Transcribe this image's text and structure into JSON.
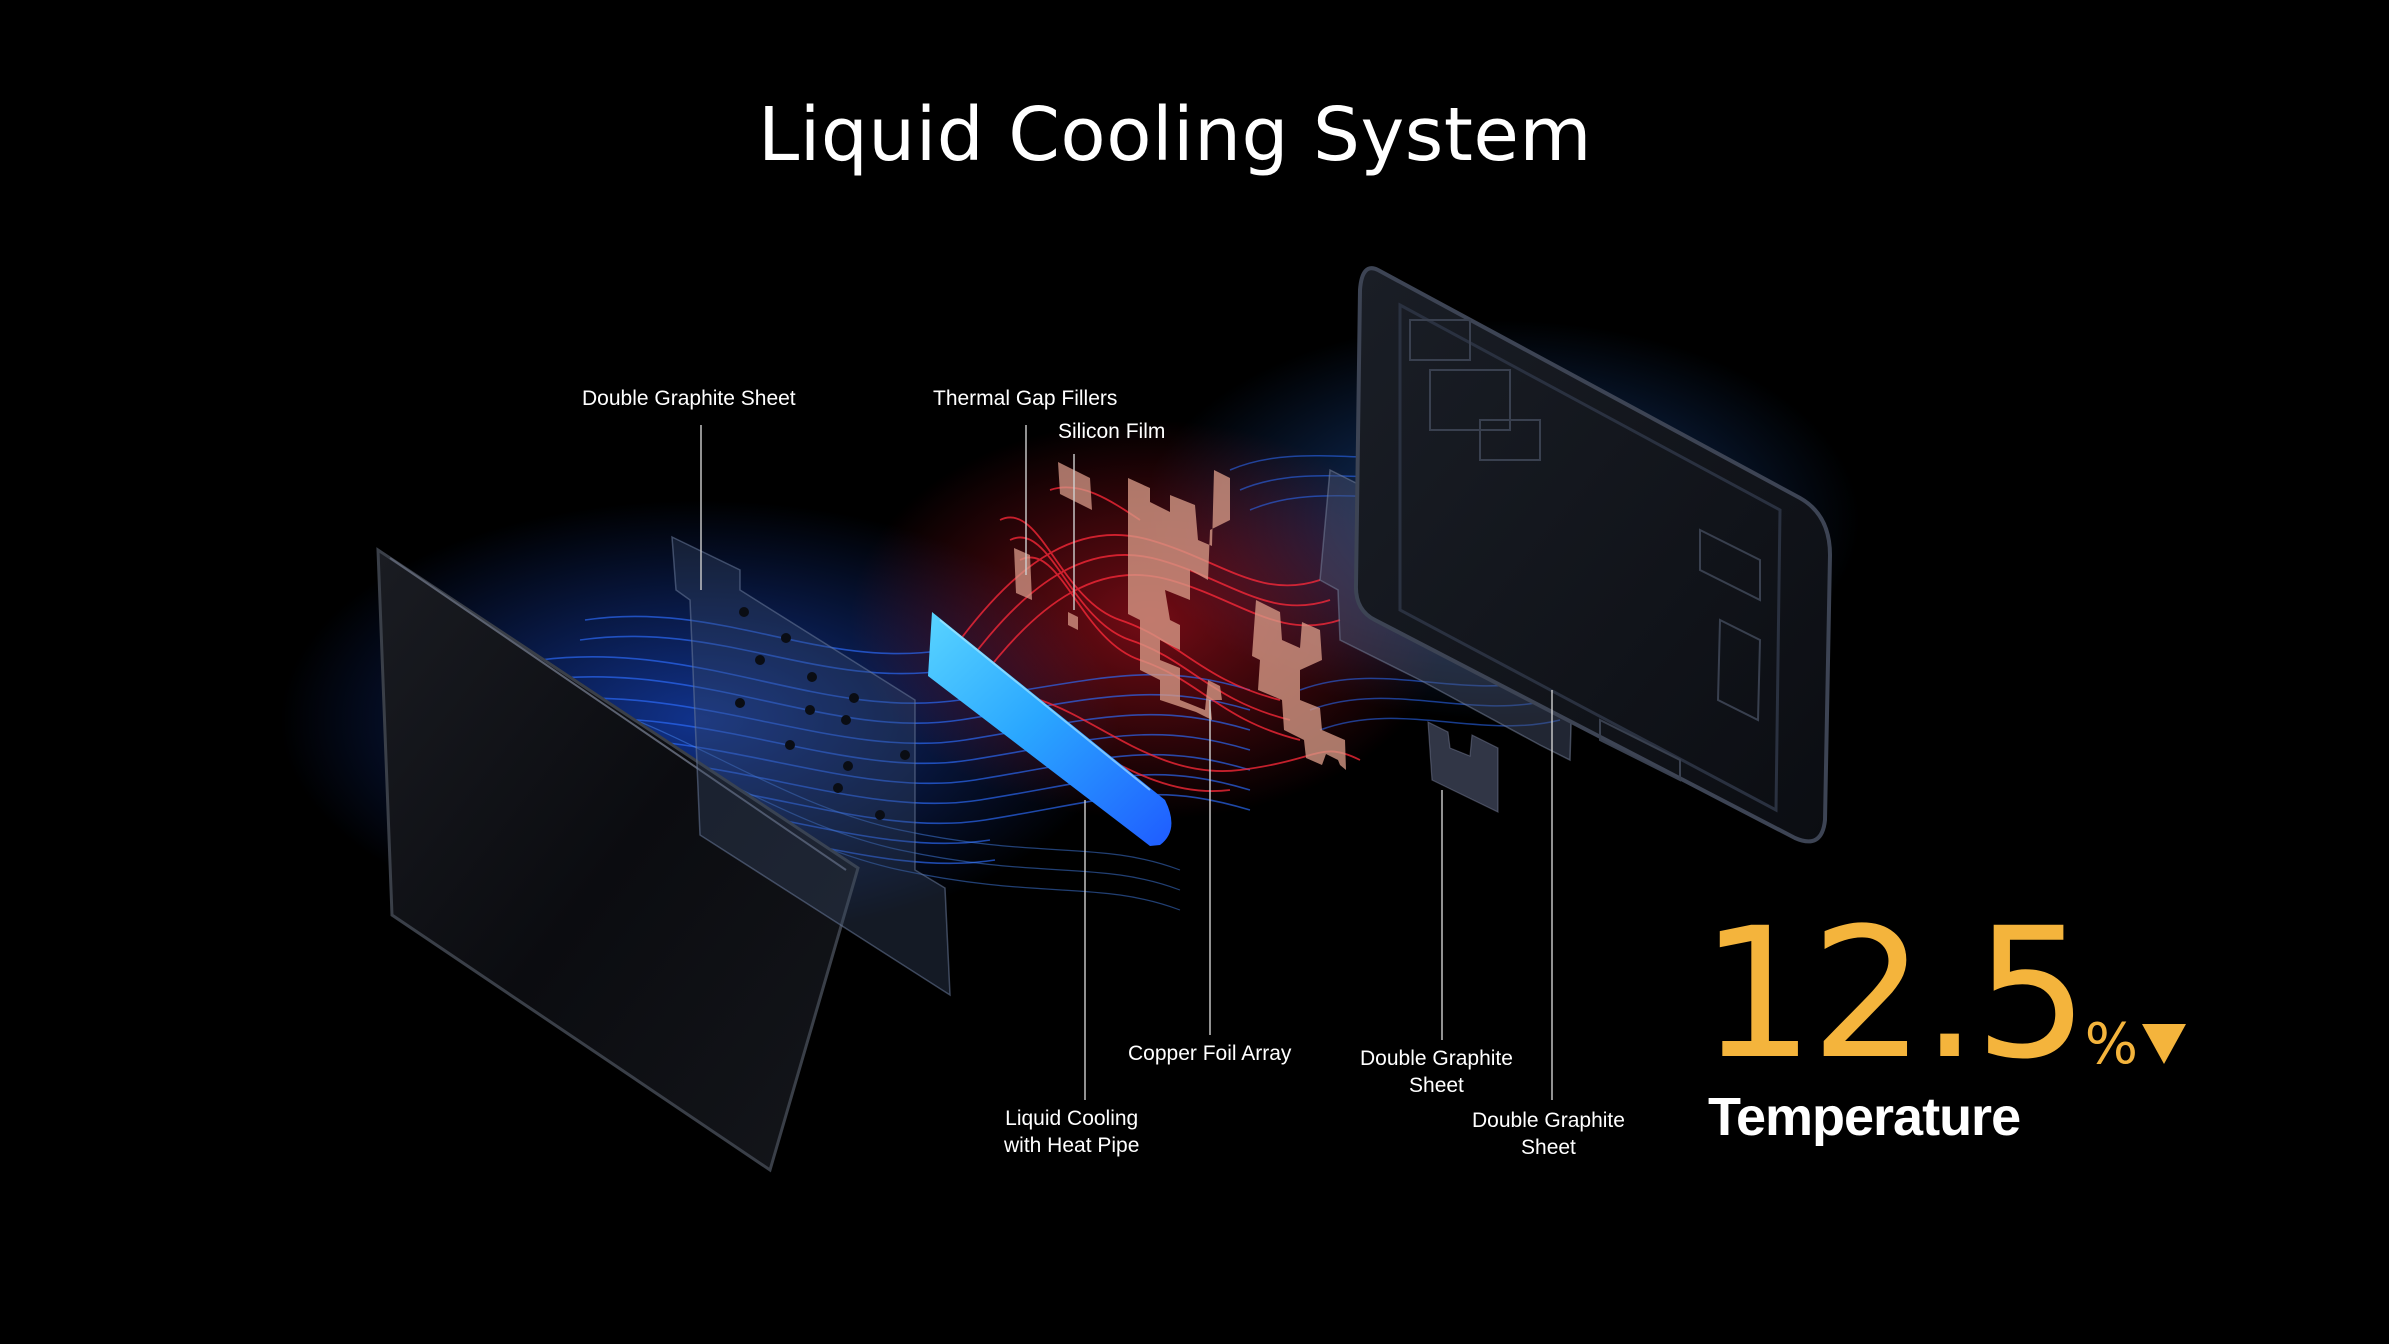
{
  "title": "Liquid Cooling System",
  "labels": {
    "double_graphite_sheet_1": "Double Graphite Sheet",
    "thermal_gap_fillers": "Thermal Gap Fillers",
    "silicon_film": "Silicon Film",
    "copper_foil_array": "Copper Foil Array",
    "liquid_cooling_line1": "Liquid Cooling",
    "liquid_cooling_line2": "with Heat Pipe",
    "double_graphite_sheet_2_line1": "Double Graphite",
    "double_graphite_sheet_2_line2": "Sheet",
    "double_graphite_sheet_3_line1": "Double Graphite",
    "double_graphite_sheet_3_line2": "Sheet"
  },
  "stat": {
    "value": "12.5",
    "unit": "%",
    "direction": "down-arrow-icon",
    "caption": "Temperature"
  },
  "colors": {
    "background": "#000000",
    "accent": "#f4b43c",
    "cool": "#1e6bff",
    "hot": "#ff2a3a",
    "heat_pipe": "#2fb3ff",
    "copper": "#d89a88"
  }
}
